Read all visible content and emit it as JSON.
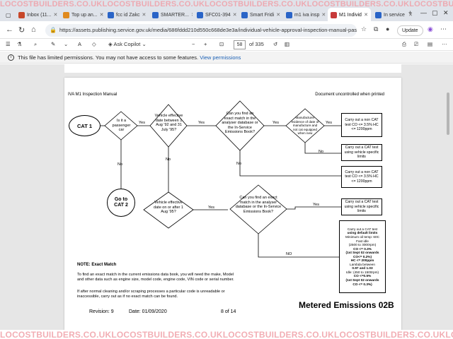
{
  "watermark": {
    "text": "LOCOSTBUILDERS.CO.UK",
    "count": 5
  },
  "tabs": [
    {
      "label": "Inbox (11...",
      "color": "#c7472a"
    },
    {
      "label": "Top up an...",
      "color": "#e08a1e"
    },
    {
      "label": "fcc id Zakc",
      "color": "#2a64c7"
    },
    {
      "label": "SMARTER...",
      "color": "#2a64c7"
    },
    {
      "label": "SFC01-394",
      "color": "#2a64c7"
    },
    {
      "label": "Smart Fridi",
      "color": "#2a64c7"
    },
    {
      "label": "m1 iva insp",
      "color": "#2a64c7"
    },
    {
      "label": "M1 Individ",
      "color": "#c73a3a"
    },
    {
      "label": "In service",
      "color": "#2a64c7"
    }
  ],
  "address": {
    "url": "https://assets.publishing.service.gov.uk/media/686fddd210d550c668de3e3a/individual-vehicle-approval-inspection-manual-passenger-vehi...",
    "update_label": "Update"
  },
  "pdf_toolbar": {
    "ask_copilot": "Ask Copilot",
    "page_current": "58",
    "page_total": "of 335"
  },
  "infobar": {
    "message": "This file has limited permissions. You may not have access to some features.",
    "link": "View permissions"
  },
  "doc": {
    "header_left": "IVA M1 Inspection Manual",
    "header_right": "Document uncontrolled when printed",
    "cat1": "CAT 1",
    "goto_cat2": "Go to CAT 2",
    "q_passenger": "Is it a passenger car",
    "q_date1": "Vehicle effective date between 1 Aug '92 and 31 July '95?",
    "q_exact1": "Can you find an exact match in the analyser database or the In-Service Emissions Book?",
    "q_manufacturer": "Manufacturer evidence of date of manufacture and not cat equipped when new",
    "r_noncat1": "Carry out a non CAT test CO <= 3.5% HC <= 1200ppm",
    "r_cat_specific1": "Carry out a CAT test using vehicle specific limits",
    "r_noncat2": "Carry out a non CAT test CO <= 3.5% HC <= 1200ppm",
    "q_date2": "Vehicle effective date on or after 1 Aug '95?",
    "q_exact2": "Can you find an exact match in the analyser database or the In-Service Emissions Book?",
    "r_cat_specific2": "Carry out a CAT test using vehicle specific limits",
    "r_default": [
      "Carry out a CAT test",
      "using default limits",
      "Minimum oil temp: 60C",
      "Fast idle",
      "(2500 to 3000rpm)",
      "CO <= 0.3%",
      "(1st Sept 02 onwards",
      "CO<= 0.2%)",
      "HC <= 200ppm",
      "Lambda between",
      "0.97 and 1.03",
      "Idle: (450 to 1500rpm)",
      "CO <=0.5%",
      "(1st Sept 02 onwards",
      "CO <= 0.3%)"
    ],
    "yes": "Yes",
    "no": "No",
    "no_caps": "NO",
    "note_title": "NOTE: Exact Match",
    "note_p1": "To find an exact match in the current emissions data book, you will need the make, Model and other data such as engine size, model code, engine code, VIN code or serial number.",
    "note_p2": "If after normal cleaning and/or scraping processes a particular code is unreadable or inaccessible, carry out as if no exact match can be found.",
    "footer_revision": "Revision: 9",
    "footer_date": "Date: 01/09/2020",
    "footer_page": "8 of 14",
    "footer_title": "Metered Emissions 02B"
  }
}
